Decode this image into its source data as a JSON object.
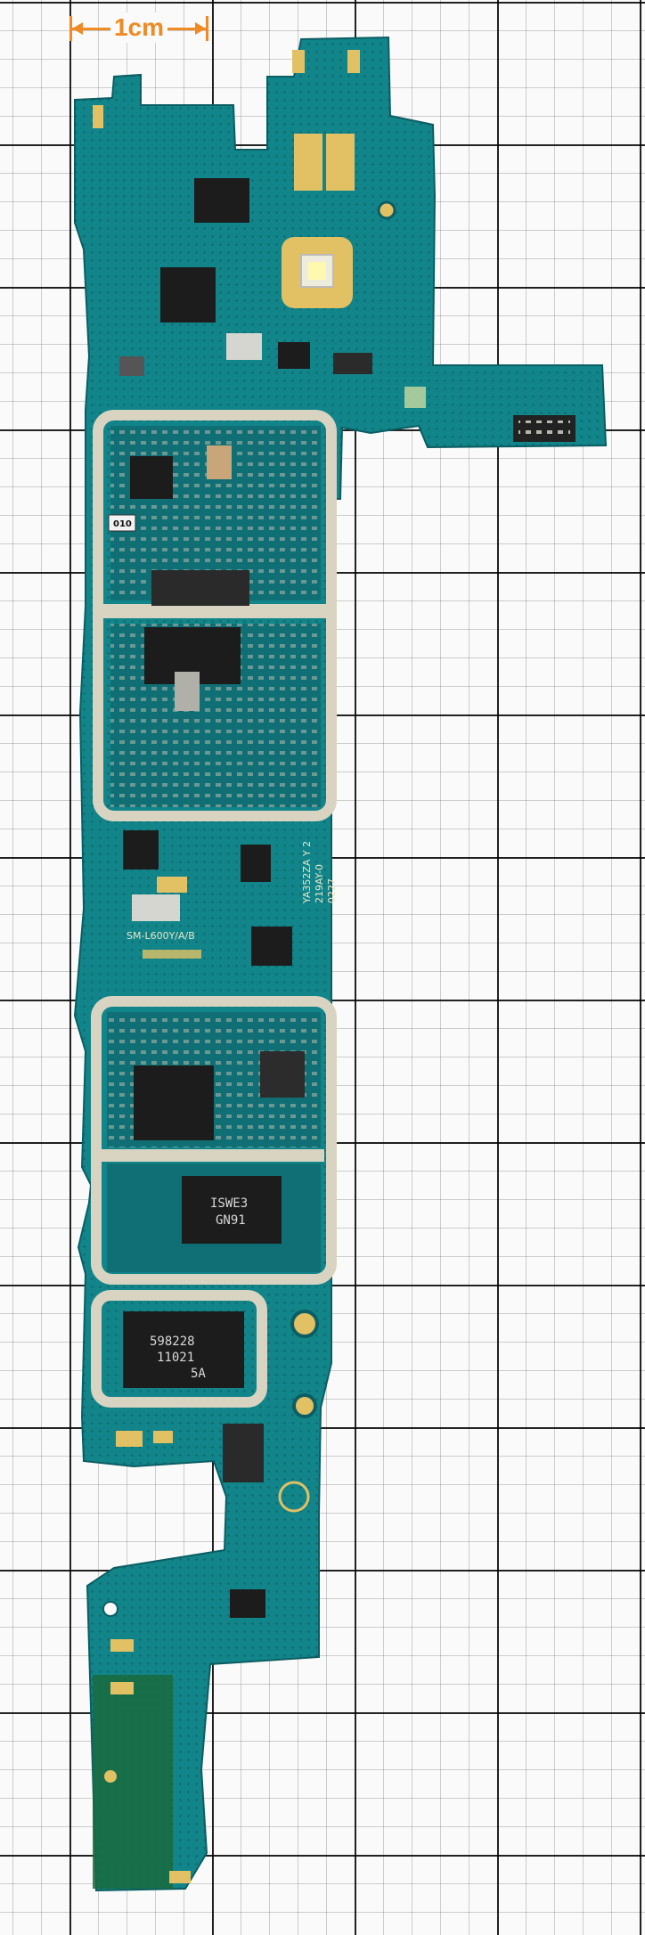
{
  "scale": {
    "label": "1cm"
  },
  "markings": {
    "shield_tag": "010",
    "model_silk": "SM-L600Y/A/B",
    "board_code_a": "YA352ZA Y 2",
    "board_code_b": "219AY-0",
    "board_code_c": "0227",
    "chip_a_line1": "ISWE3",
    "chip_a_line2": "GN91",
    "chip_b_line1": "598228",
    "chip_b_line2": "11021",
    "chip_b_line3": "5A"
  },
  "colors": {
    "pcb": "#11858a",
    "pcb_dark": "#0b5e63",
    "shield": "#d9d4c2",
    "gold": "#e2c064",
    "chip": "#1c1c1c",
    "scale": "#f08a24"
  }
}
